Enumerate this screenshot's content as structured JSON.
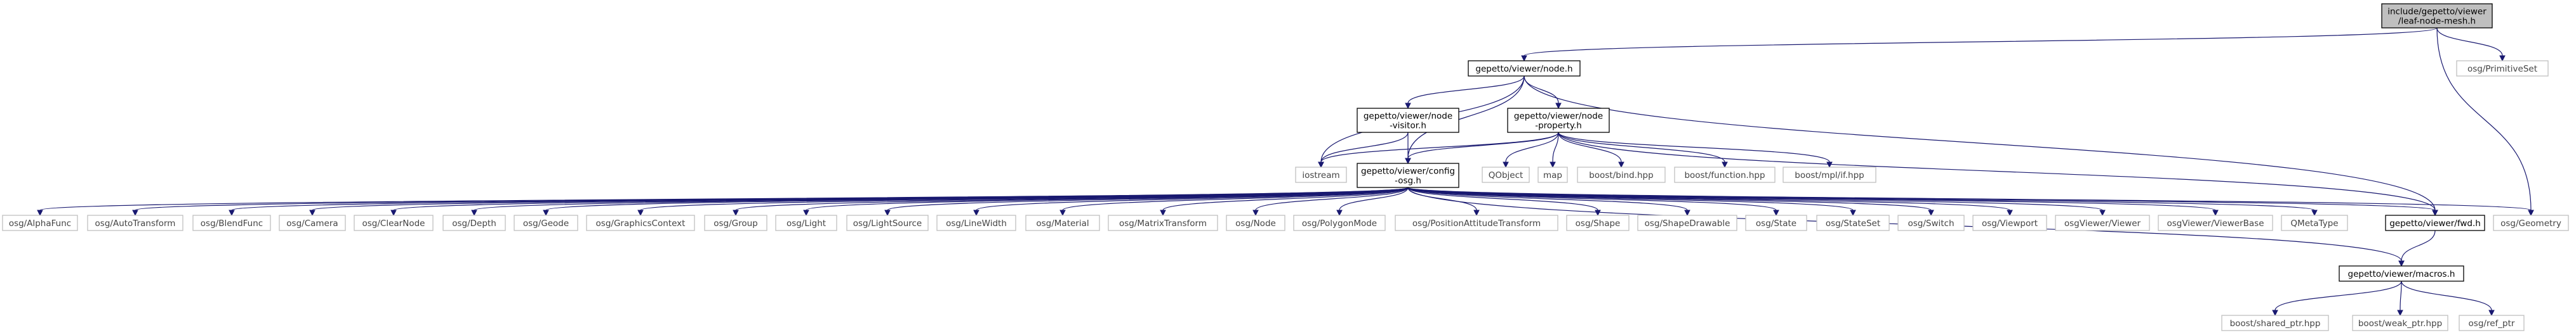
{
  "diagram": {
    "type": "include-dependency-graph",
    "colors": {
      "edge": "#191970",
      "main_fill": "#bfbfbf",
      "doc_border": "#000000",
      "ext_border": "#bfbfbf"
    },
    "nodes": [
      {
        "id": "leaf",
        "kind": "main",
        "lines": [
          "include/gepetto/viewer",
          "/leaf-node-mesh.h"
        ]
      },
      {
        "id": "node",
        "kind": "doc",
        "lines": [
          "gepetto/viewer/node.h"
        ]
      },
      {
        "id": "primset",
        "kind": "ext",
        "lines": [
          "osg/PrimitiveSet"
        ]
      },
      {
        "id": "visitor",
        "kind": "doc",
        "lines": [
          "gepetto/viewer/node",
          "-visitor.h"
        ]
      },
      {
        "id": "property",
        "kind": "doc",
        "lines": [
          "gepetto/viewer/node",
          "-property.h"
        ]
      },
      {
        "id": "iostream",
        "kind": "ext",
        "lines": [
          "iostream"
        ]
      },
      {
        "id": "config",
        "kind": "doc",
        "lines": [
          "gepetto/viewer/config",
          "-osg.h"
        ]
      },
      {
        "id": "qobject",
        "kind": "ext",
        "lines": [
          "QObject"
        ]
      },
      {
        "id": "map",
        "kind": "ext",
        "lines": [
          "map"
        ]
      },
      {
        "id": "bind",
        "kind": "ext",
        "lines": [
          "boost/bind.hpp"
        ]
      },
      {
        "id": "function",
        "kind": "ext",
        "lines": [
          "boost/function.hpp"
        ]
      },
      {
        "id": "mplif",
        "kind": "ext",
        "lines": [
          "boost/mpl/if.hpp"
        ]
      },
      {
        "id": "alphafunc",
        "kind": "ext",
        "lines": [
          "osg/AlphaFunc"
        ]
      },
      {
        "id": "autotransform",
        "kind": "ext",
        "lines": [
          "osg/AutoTransform"
        ]
      },
      {
        "id": "blendfunc",
        "kind": "ext",
        "lines": [
          "osg/BlendFunc"
        ]
      },
      {
        "id": "camera",
        "kind": "ext",
        "lines": [
          "osg/Camera"
        ]
      },
      {
        "id": "clearnode",
        "kind": "ext",
        "lines": [
          "osg/ClearNode"
        ]
      },
      {
        "id": "depth",
        "kind": "ext",
        "lines": [
          "osg/Depth"
        ]
      },
      {
        "id": "geode",
        "kind": "ext",
        "lines": [
          "osg/Geode"
        ]
      },
      {
        "id": "graphicscontext",
        "kind": "ext",
        "lines": [
          "osg/GraphicsContext"
        ]
      },
      {
        "id": "group",
        "kind": "ext",
        "lines": [
          "osg/Group"
        ]
      },
      {
        "id": "light",
        "kind": "ext",
        "lines": [
          "osg/Light"
        ]
      },
      {
        "id": "lightsource",
        "kind": "ext",
        "lines": [
          "osg/LightSource"
        ]
      },
      {
        "id": "linewidth",
        "kind": "ext",
        "lines": [
          "osg/LineWidth"
        ]
      },
      {
        "id": "material",
        "kind": "ext",
        "lines": [
          "osg/Material"
        ]
      },
      {
        "id": "matrixtransform",
        "kind": "ext",
        "lines": [
          "osg/MatrixTransform"
        ]
      },
      {
        "id": "osgnode",
        "kind": "ext",
        "lines": [
          "osg/Node"
        ]
      },
      {
        "id": "polygonmode",
        "kind": "ext",
        "lines": [
          "osg/PolygonMode"
        ]
      },
      {
        "id": "posatt",
        "kind": "ext",
        "lines": [
          "osg/PositionAttitudeTransform"
        ]
      },
      {
        "id": "shape",
        "kind": "ext",
        "lines": [
          "osg/Shape"
        ]
      },
      {
        "id": "shapedrawable",
        "kind": "ext",
        "lines": [
          "osg/ShapeDrawable"
        ]
      },
      {
        "id": "state",
        "kind": "ext",
        "lines": [
          "osg/State"
        ]
      },
      {
        "id": "stateset",
        "kind": "ext",
        "lines": [
          "osg/StateSet"
        ]
      },
      {
        "id": "switch",
        "kind": "ext",
        "lines": [
          "osg/Switch"
        ]
      },
      {
        "id": "viewport",
        "kind": "ext",
        "lines": [
          "osg/Viewport"
        ]
      },
      {
        "id": "viewer",
        "kind": "ext",
        "lines": [
          "osgViewer/Viewer"
        ]
      },
      {
        "id": "viewerbase",
        "kind": "ext",
        "lines": [
          "osgViewer/ViewerBase"
        ]
      },
      {
        "id": "qmetatype",
        "kind": "ext",
        "lines": [
          "QMetaType"
        ]
      },
      {
        "id": "fwd",
        "kind": "doc",
        "lines": [
          "gepetto/viewer/fwd.h"
        ]
      },
      {
        "id": "geometry",
        "kind": "ext",
        "lines": [
          "osg/Geometry"
        ]
      },
      {
        "id": "macros",
        "kind": "doc",
        "lines": [
          "gepetto/viewer/macros.h"
        ]
      },
      {
        "id": "sharedptr",
        "kind": "ext",
        "lines": [
          "boost/shared_ptr.hpp"
        ]
      },
      {
        "id": "weakptr",
        "kind": "ext",
        "lines": [
          "boost/weak_ptr.hpp"
        ]
      },
      {
        "id": "refptr",
        "kind": "ext",
        "lines": [
          "osg/ref_ptr"
        ]
      }
    ],
    "edges": [
      [
        "leaf",
        "node"
      ],
      [
        "leaf",
        "primset"
      ],
      [
        "leaf",
        "geometry"
      ],
      [
        "node",
        "iostream"
      ],
      [
        "node",
        "visitor"
      ],
      [
        "node",
        "property"
      ],
      [
        "node",
        "config"
      ],
      [
        "node",
        "fwd"
      ],
      [
        "visitor",
        "iostream"
      ],
      [
        "visitor",
        "config"
      ],
      [
        "property",
        "iostream"
      ],
      [
        "property",
        "config"
      ],
      [
        "property",
        "qobject"
      ],
      [
        "property",
        "map"
      ],
      [
        "property",
        "bind"
      ],
      [
        "property",
        "function"
      ],
      [
        "property",
        "mplif"
      ],
      [
        "property",
        "fwd"
      ],
      [
        "config",
        "alphafunc"
      ],
      [
        "config",
        "autotransform"
      ],
      [
        "config",
        "blendfunc"
      ],
      [
        "config",
        "camera"
      ],
      [
        "config",
        "clearnode"
      ],
      [
        "config",
        "depth"
      ],
      [
        "config",
        "geode"
      ],
      [
        "config",
        "graphicscontext"
      ],
      [
        "config",
        "group"
      ],
      [
        "config",
        "light"
      ],
      [
        "config",
        "lightsource"
      ],
      [
        "config",
        "linewidth"
      ],
      [
        "config",
        "material"
      ],
      [
        "config",
        "matrixtransform"
      ],
      [
        "config",
        "osgnode"
      ],
      [
        "config",
        "polygonmode"
      ],
      [
        "config",
        "posatt"
      ],
      [
        "config",
        "shape"
      ],
      [
        "config",
        "shapedrawable"
      ],
      [
        "config",
        "state"
      ],
      [
        "config",
        "stateset"
      ],
      [
        "config",
        "switch"
      ],
      [
        "config",
        "viewport"
      ],
      [
        "config",
        "viewer"
      ],
      [
        "config",
        "viewerbase"
      ],
      [
        "config",
        "qmetatype"
      ],
      [
        "config",
        "fwd"
      ],
      [
        "config",
        "geometry"
      ],
      [
        "config",
        "macros"
      ],
      [
        "fwd",
        "macros"
      ],
      [
        "macros",
        "sharedptr"
      ],
      [
        "macros",
        "weakptr"
      ],
      [
        "macros",
        "refptr"
      ]
    ]
  }
}
